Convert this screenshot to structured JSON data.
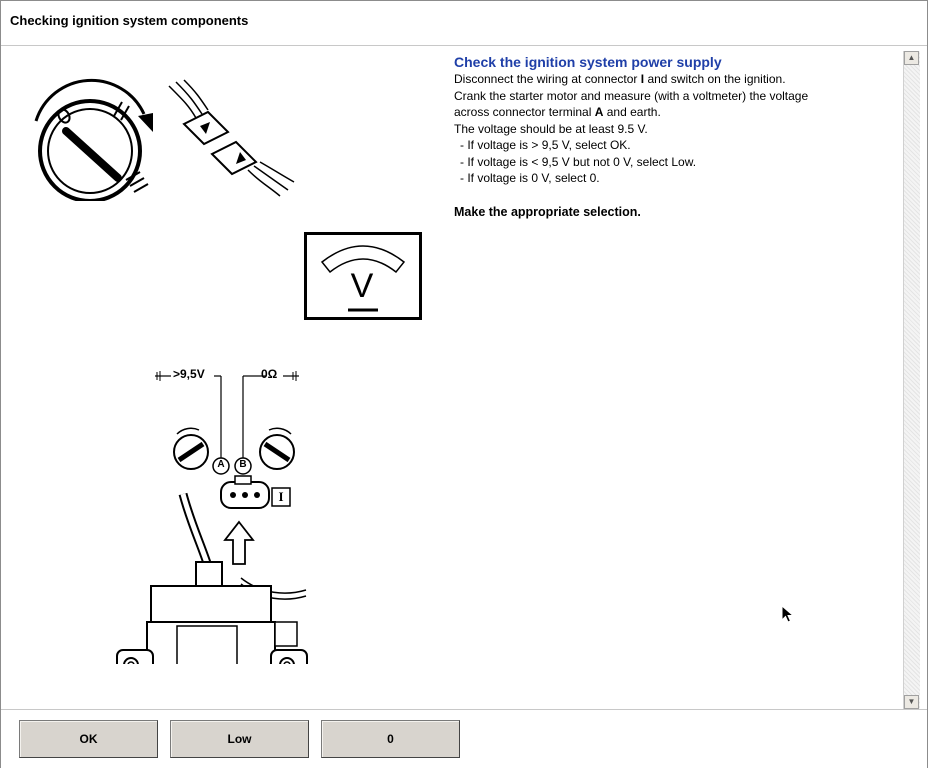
{
  "window": {
    "title": "Checking ignition system components"
  },
  "illustrations": {
    "meter_symbol": "V",
    "probe_label_left": ">9,5V",
    "probe_label_right": "0Ω",
    "terminal_a": "A",
    "terminal_b": "B",
    "connector_label": "I"
  },
  "instructions": {
    "heading": "Check the ignition system power supply",
    "line1_pre": "Disconnect the wiring at connector ",
    "line1_bold": "I",
    "line1_post": " and switch on the ignition.",
    "line2": "Crank the starter motor and measure (with a voltmeter) the voltage",
    "line3_pre": "across connector terminal ",
    "line3_bold": "A",
    "line3_post": " and earth.",
    "line4": "The voltage should be at least 9.5 V.",
    "bullets": [
      "-  If voltage is > 9,5 V, select OK.",
      "-  If voltage is < 9,5 V but not 0 V, select Low.",
      "-  If voltage is 0 V, select 0."
    ],
    "prompt": "Make the appropriate selection."
  },
  "buttons": {
    "ok": "OK",
    "low": "Low",
    "zero": "0"
  },
  "scrollbar": {
    "up": "▲",
    "down": "▼"
  }
}
